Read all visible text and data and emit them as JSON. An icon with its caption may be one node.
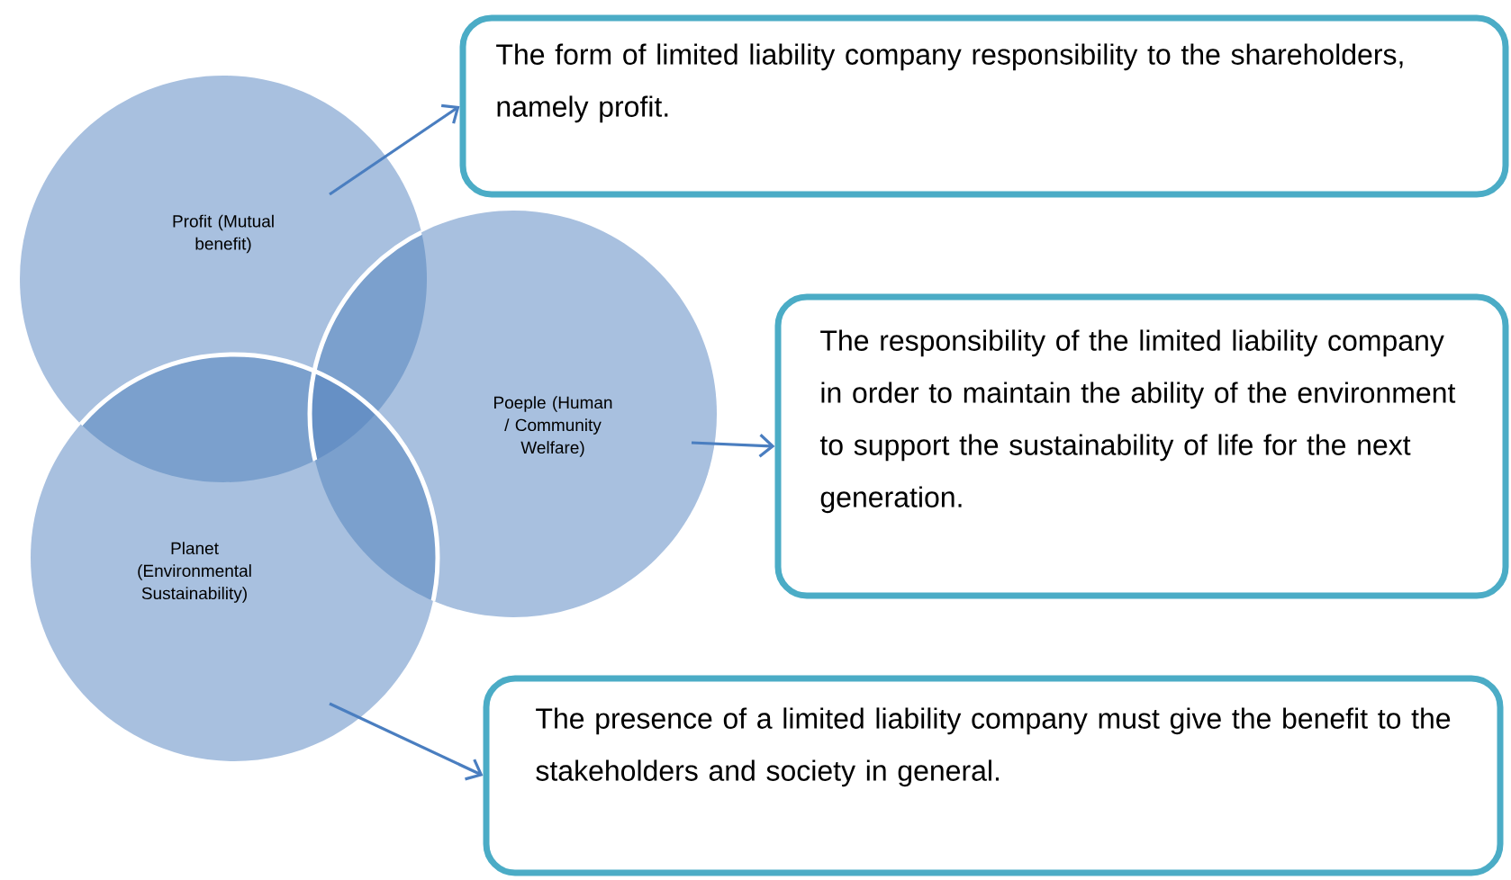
{
  "diagram": {
    "nodes": [
      {
        "text": [
          "Profit (Mutual benefit)"
        ]
      },
      {
        "text": [
          "Poeple (Human / Community Welfare)"
        ]
      },
      {
        "text": [
          "Planet (Environmental Sustainability)"
        ]
      },
      {
        "text": [
          "The form of limited liability company responsibility to the shareholders, namely profit."
        ]
      },
      {
        "text": [
          "The responsibility of the limited liability company in order to maintain the ability of the environment to support the sustainability of life for the next generation."
        ]
      },
      {
        "text": [
          "The presence of a limited liability company must give the benefit to the stakeholders and society in general."
        ]
      }
    ],
    "edges": [
      {
        "from": 0,
        "to": 3,
        "arrow": "to"
      },
      {
        "from": 1,
        "to": 4,
        "arrow": "to"
      },
      {
        "from": 2,
        "to": 5,
        "arrow": "to"
      }
    ]
  }
}
